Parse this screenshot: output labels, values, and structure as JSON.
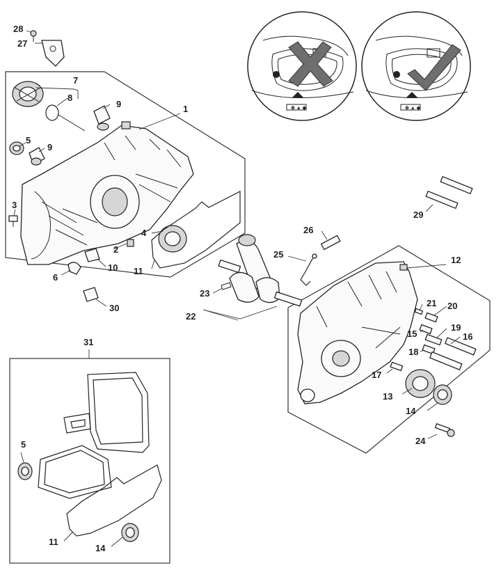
{
  "diagram": {
    "callouts": [
      {
        "id": "c1",
        "label": "1"
      },
      {
        "id": "c2",
        "label": "2"
      },
      {
        "id": "c3",
        "label": "3"
      },
      {
        "id": "c4",
        "label": "4"
      },
      {
        "id": "c5a",
        "label": "5"
      },
      {
        "id": "c5b",
        "label": "5"
      },
      {
        "id": "c6",
        "label": "6"
      },
      {
        "id": "c7",
        "label": "7"
      },
      {
        "id": "c8",
        "label": "8"
      },
      {
        "id": "c9a",
        "label": "9"
      },
      {
        "id": "c9b",
        "label": "9"
      },
      {
        "id": "c10",
        "label": "10"
      },
      {
        "id": "c11a",
        "label": "11"
      },
      {
        "id": "c11b",
        "label": "11"
      },
      {
        "id": "c12",
        "label": "12"
      },
      {
        "id": "c13",
        "label": "13"
      },
      {
        "id": "c14a",
        "label": "14"
      },
      {
        "id": "c14b",
        "label": "14"
      },
      {
        "id": "c15",
        "label": "15"
      },
      {
        "id": "c16",
        "label": "16"
      },
      {
        "id": "c17",
        "label": "17"
      },
      {
        "id": "c18",
        "label": "18"
      },
      {
        "id": "c19",
        "label": "19"
      },
      {
        "id": "c20",
        "label": "20"
      },
      {
        "id": "c21",
        "label": "21"
      },
      {
        "id": "c22",
        "label": "22"
      },
      {
        "id": "c23",
        "label": "23"
      },
      {
        "id": "c24",
        "label": "24"
      },
      {
        "id": "c25",
        "label": "25"
      },
      {
        "id": "c26",
        "label": "26"
      },
      {
        "id": "c27",
        "label": "27"
      },
      {
        "id": "c28",
        "label": "28"
      },
      {
        "id": "c29",
        "label": "29"
      },
      {
        "id": "c30",
        "label": "30"
      },
      {
        "id": "c31",
        "label": "31"
      }
    ],
    "insets": {
      "wrong": {
        "mark": "cross-mark-icon"
      },
      "right": {
        "mark": "check-mark-icon"
      }
    },
    "colors": {
      "line": "#222222",
      "mark": "#6e6e6e",
      "background": "#ffffff"
    }
  }
}
